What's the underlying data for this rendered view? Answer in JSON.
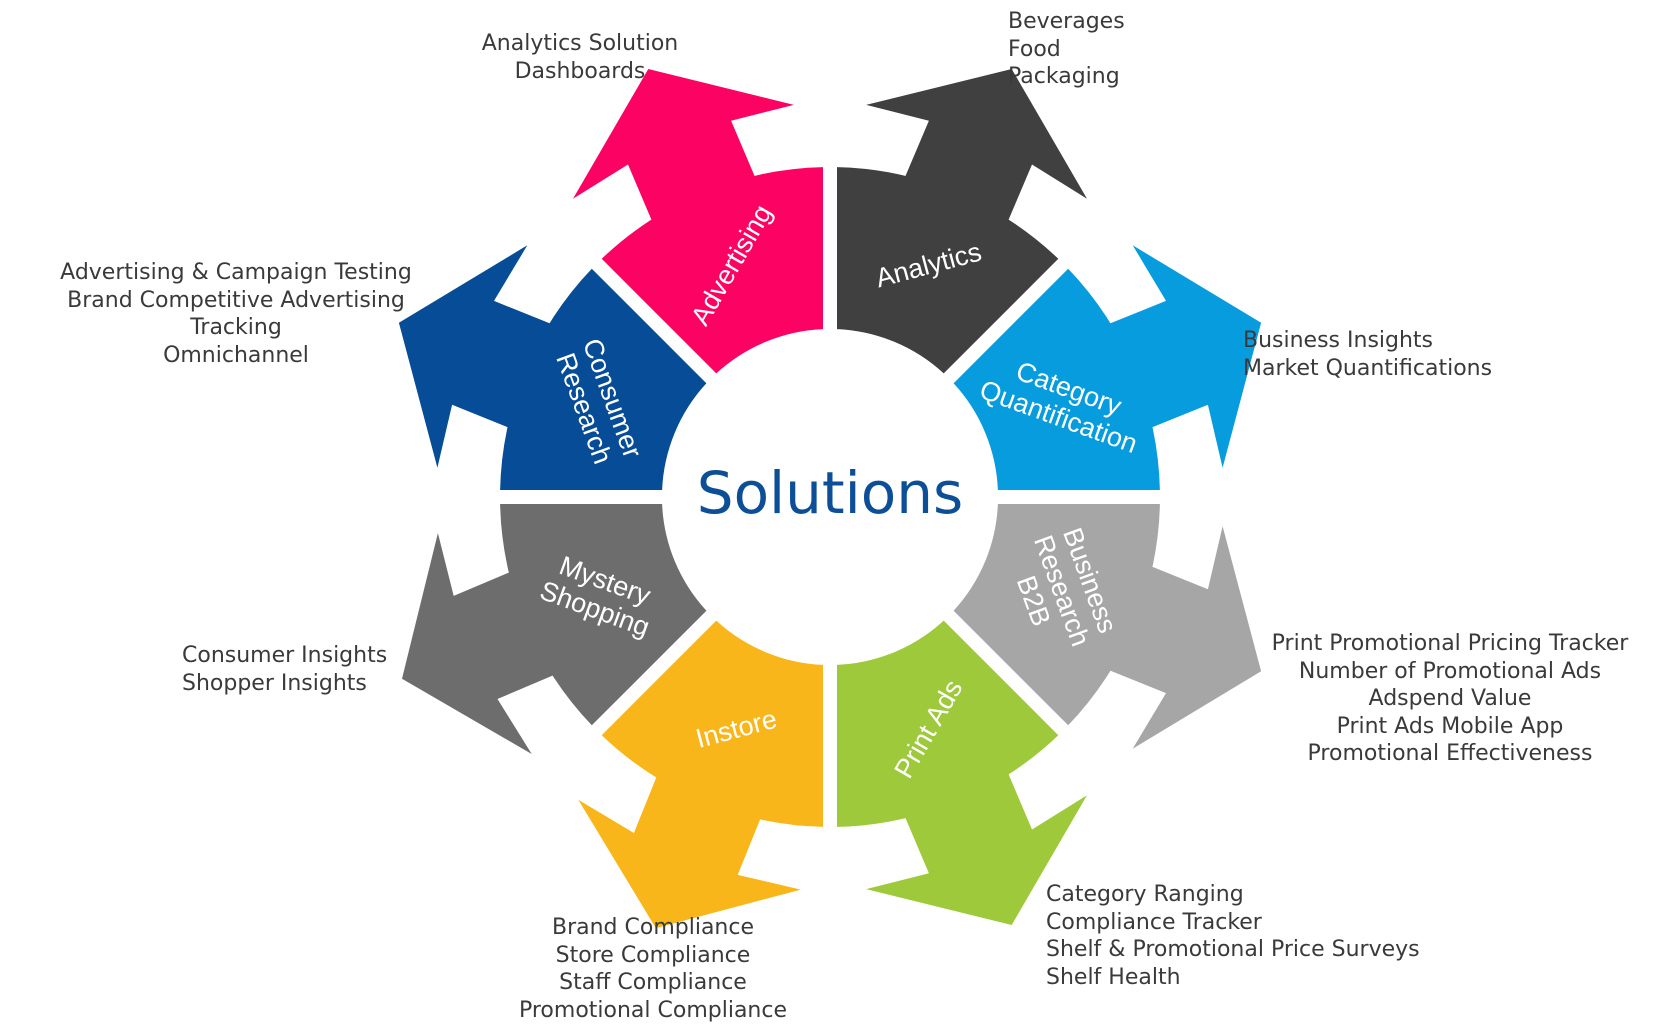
{
  "center": {
    "title": "Solutions"
  },
  "segments": [
    {
      "key": "analytics",
      "label_lines": [
        "Analytics"
      ],
      "color": "#404040",
      "descriptions": [
        "Analytics Solution",
        "Dashboards"
      ]
    },
    {
      "key": "category",
      "label_lines": [
        "Category",
        "Quantification"
      ],
      "color": "#079cde",
      "descriptions": [
        "Beverages",
        "Food",
        "Packaging"
      ]
    },
    {
      "key": "business",
      "label_lines": [
        "Business",
        "Research",
        "B2B"
      ],
      "color": "#a6a6a6",
      "descriptions": [
        "Business Insights",
        "Market Quantifications"
      ]
    },
    {
      "key": "print",
      "label_lines": [
        "Print Ads"
      ],
      "color": "#9dc93a",
      "descriptions": [
        "Print Promotional Pricing Tracker",
        "Number of Promotional Ads",
        "Adspend Value",
        "Print Ads Mobile App",
        "Promotional Effectiveness"
      ]
    },
    {
      "key": "instore",
      "label_lines": [
        "Instore"
      ],
      "color": "#f9b61a",
      "descriptions": [
        "Category Ranging",
        "Compliance Tracker",
        "Shelf & Promotional Price Surveys",
        "Shelf Health"
      ]
    },
    {
      "key": "mystery",
      "label_lines": [
        "Mystery",
        "Shopping"
      ],
      "color": "#6d6d6d",
      "descriptions": [
        "Brand Compliance",
        "Store Compliance",
        "Staff Compliance",
        "Promotional Compliance"
      ]
    },
    {
      "key": "consumer",
      "label_lines": [
        "Consumer",
        "Research"
      ],
      "color": "#074c96",
      "descriptions": [
        "Consumer Insights",
        "Shopper Insights"
      ]
    },
    {
      "key": "advertising",
      "label_lines": [
        "Advertising"
      ],
      "color": "#fc0262",
      "descriptions": [
        "Advertising & Campaign Testing",
        "Brand Competitive Advertising",
        "Tracking",
        "Omnichannel"
      ]
    }
  ]
}
